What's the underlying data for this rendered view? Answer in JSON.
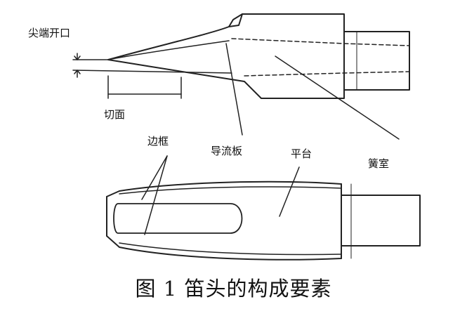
{
  "labels": {
    "tip_opening": "尖端开口",
    "facing": "切面",
    "rails": "边框",
    "baffle": "导流板",
    "table": "平台",
    "chamber": "簧室"
  },
  "caption": {
    "figure_number": "图 1",
    "title": "笛头的构成要素"
  }
}
